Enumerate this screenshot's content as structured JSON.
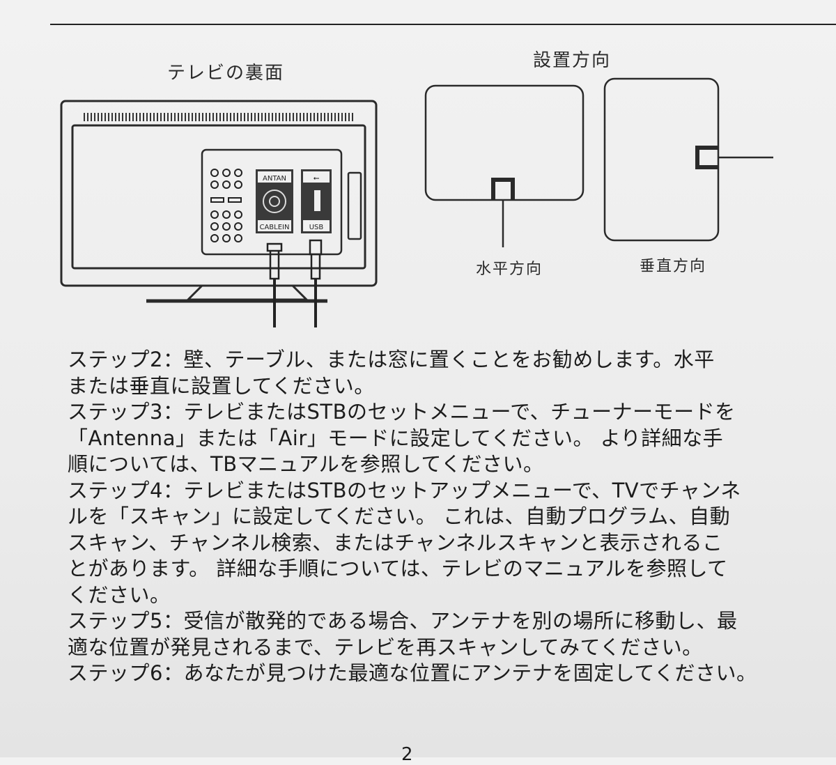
{
  "figures": {
    "tv_back_title": "テレビの裏面",
    "orientation_title": "設置方向",
    "horizontal_label": "水平方向",
    "vertical_label": "垂直方向",
    "port_antenna_label": "ANTAN",
    "port_cable_label": "CABLEIN",
    "port_usb_label": "USB"
  },
  "body": {
    "lines": [
      "ステップ2：壁、テーブル、または窓に置くことをお勧めします。水平",
      "または垂直に設置してください。",
      "ステップ3：テレビまたはSTBのセットメニューで、チューナーモードを",
      "「Antenna」または「Air」モードに設定してください。 より詳細な手",
      "順については、TBマニュアルを参照してください。",
      "ステップ4：テレビまたはSTBのセットアップメニューで、TVでチャンネ",
      "ルを「スキャン」に設定してください。 これは、自動プログラム、自動",
      "スキャン、チャンネル検索、またはチャンネルスキャンと表示されるこ",
      "とがあります。 詳細な手順については、テレビのマニュアルを参照して",
      "ください。",
      "ステップ5：受信が散発的である場合、アンテナを別の場所に移動し、最",
      "適な位置が発見されるまで、テレビを再スキャンしてみてください。",
      "ステップ6：あなたが見つけた最適な位置にアンテナを固定してください。"
    ]
  },
  "page_number": "2"
}
